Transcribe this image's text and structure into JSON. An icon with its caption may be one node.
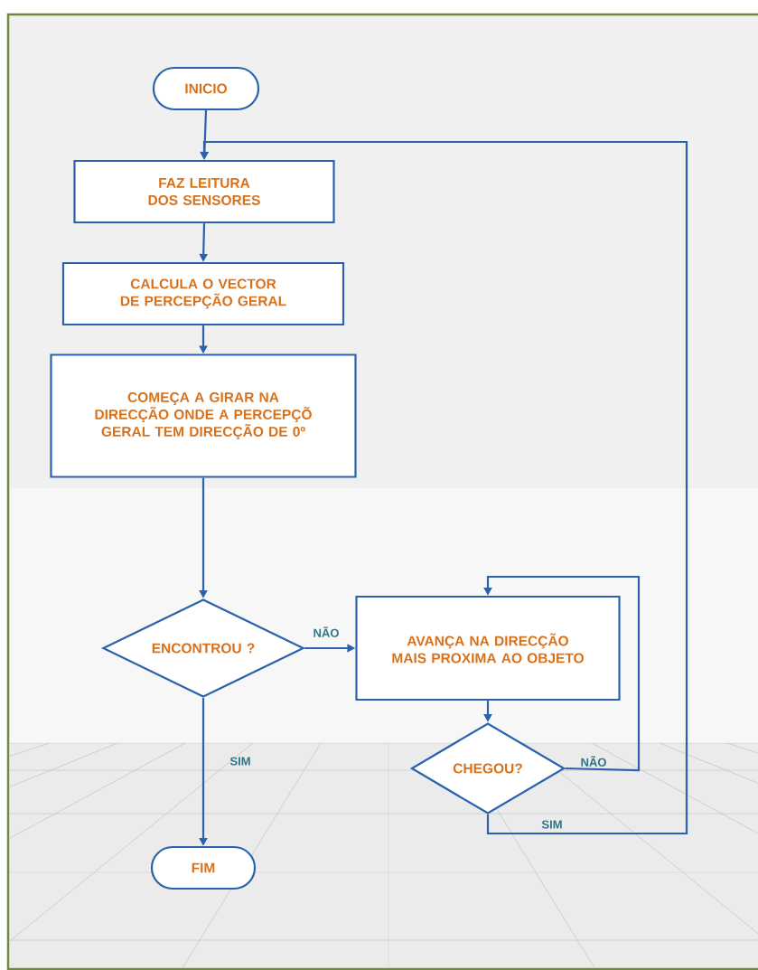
{
  "diagram": {
    "nodes": [
      {
        "text": [
          "INICIO"
        ]
      },
      {
        "text": [
          "FAZ LEITURA DOS SENSORES"
        ]
      },
      {
        "text": [
          "CALCULA O VECTOR DE PERCEPÇÃO GERAL"
        ]
      },
      {
        "text": [
          "COMEÇA A GIRAR NA DIRECÇÃO ONDE A PERCEPÇÕ GERAL TEM DIRECÇÃO DE 0º"
        ]
      },
      {
        "text": [
          "ENCONTROU ?"
        ]
      },
      {
        "text": [
          "AVANÇA NA DIRECÇÃO MAIS PROXIMA AO OBJETO"
        ]
      },
      {
        "text": [
          "CHEGOU?"
        ]
      },
      {
        "text": [
          "FIM"
        ]
      }
    ],
    "edges": [
      {
        "from": 0,
        "to": 1,
        "arrow": "to"
      },
      {
        "from": 1,
        "to": 2,
        "arrow": "to"
      },
      {
        "from": 2,
        "to": 3,
        "arrow": "to"
      },
      {
        "from": 3,
        "to": 4,
        "arrow": "to"
      },
      {
        "from": 4,
        "to": 5,
        "arrow": "to",
        "label": "NÃO"
      },
      {
        "from": 4,
        "to": 7,
        "arrow": "to",
        "label": "SIM"
      },
      {
        "from": 5,
        "to": 6,
        "arrow": "to"
      },
      {
        "from": 6,
        "to": 5,
        "arrow": "to",
        "label": "NÃO"
      },
      {
        "from": 6,
        "to": 1,
        "arrow": "to",
        "label": "SIM"
      }
    ]
  }
}
